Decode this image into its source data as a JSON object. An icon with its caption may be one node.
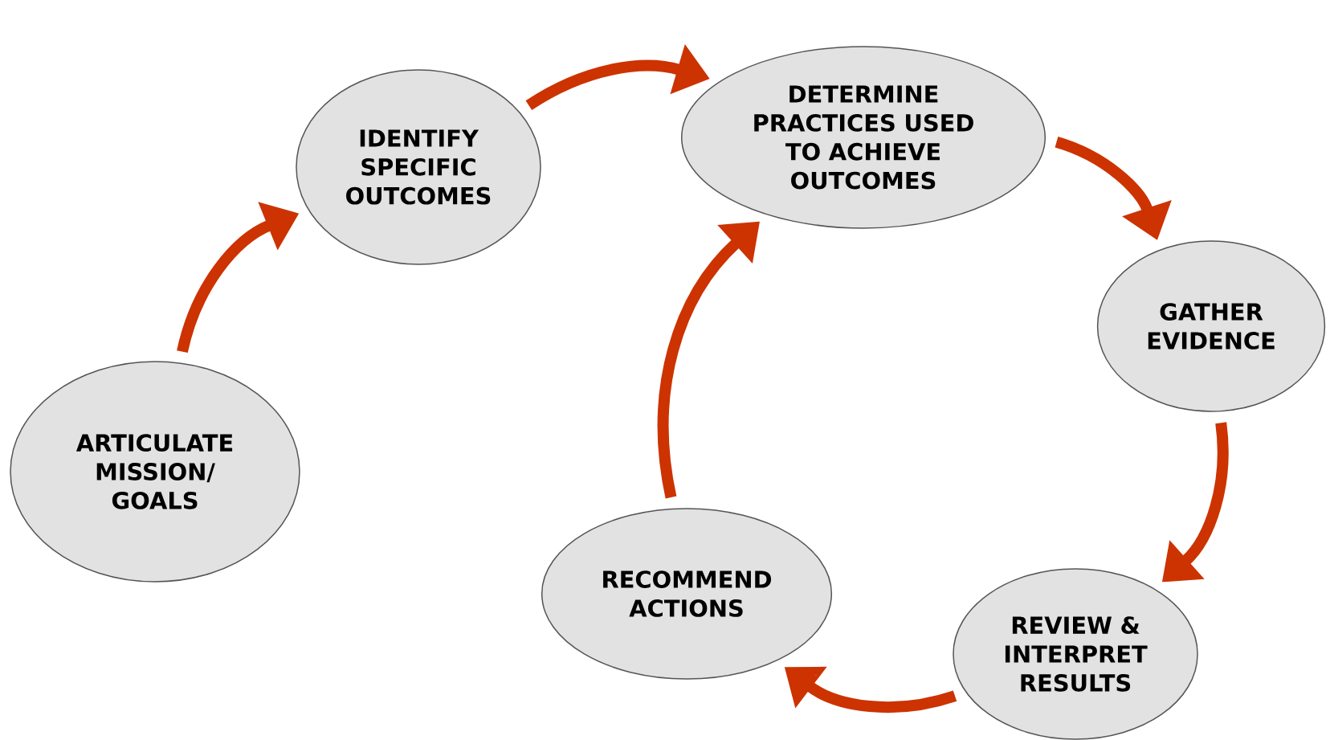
{
  "diagram": {
    "nodes": [
      {
        "text": [
          "ARTICULATE MISSION/ GOALS"
        ]
      },
      {
        "text": [
          "IDENTIFY SPECIFIC OUTCOMES"
        ]
      },
      {
        "text": [
          "DETERMINE PRACTICES USED TO ACHIEVE OUTCOMES"
        ]
      },
      {
        "text": [
          "GATHER EVIDENCE"
        ]
      },
      {
        "text": [
          "REVIEW & INTERPRET RESULTS"
        ]
      },
      {
        "text": [
          "RECOMMEND ACTIONS"
        ]
      }
    ],
    "edges": [
      {
        "from": 0,
        "to": 1,
        "arrow": "to"
      },
      {
        "from": 1,
        "to": 2,
        "arrow": "to"
      },
      {
        "from": 2,
        "to": 3,
        "arrow": "to"
      },
      {
        "from": 3,
        "to": 4,
        "arrow": "to"
      },
      {
        "from": 4,
        "to": 5,
        "arrow": "to"
      },
      {
        "from": 5,
        "to": 2,
        "arrow": "to"
      }
    ]
  }
}
